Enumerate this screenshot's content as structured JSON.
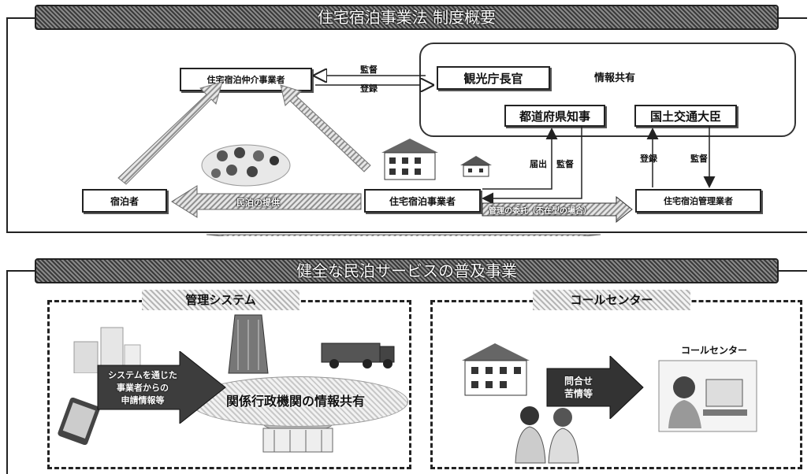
{
  "top": {
    "title": "住宅宿泊事業法 制度概要",
    "nodes": {
      "broker": "住宅宿泊仲介事業者",
      "tourism": "観光庁長官",
      "info_share": "情報共有",
      "prefecture": "都道府県知事",
      "mlit": "国土交通大臣",
      "guest": "宿泊者",
      "host": "住宅宿泊事業者",
      "manager": "住宅宿泊管理業者"
    },
    "edges": {
      "supervision": "監督",
      "registration": "登録",
      "notification": "届出",
      "supervision2": "監督",
      "registration2": "登録",
      "supervision3": "監督",
      "commission": "管理の委託（不在型の場合）",
      "provision": "民泊の提供"
    }
  },
  "bottom": {
    "title": "健全な民泊サービスの普及事業",
    "left": {
      "title": "管理システム",
      "arrow_text": [
        "システムを通じた",
        "事業者からの",
        "申請情報等"
      ],
      "caption": "関係行政機関の情報共有"
    },
    "right": {
      "title": "コールセンター",
      "arrow_text": [
        "問合せ",
        "苦情等"
      ],
      "center_label": "コールセンター"
    }
  }
}
